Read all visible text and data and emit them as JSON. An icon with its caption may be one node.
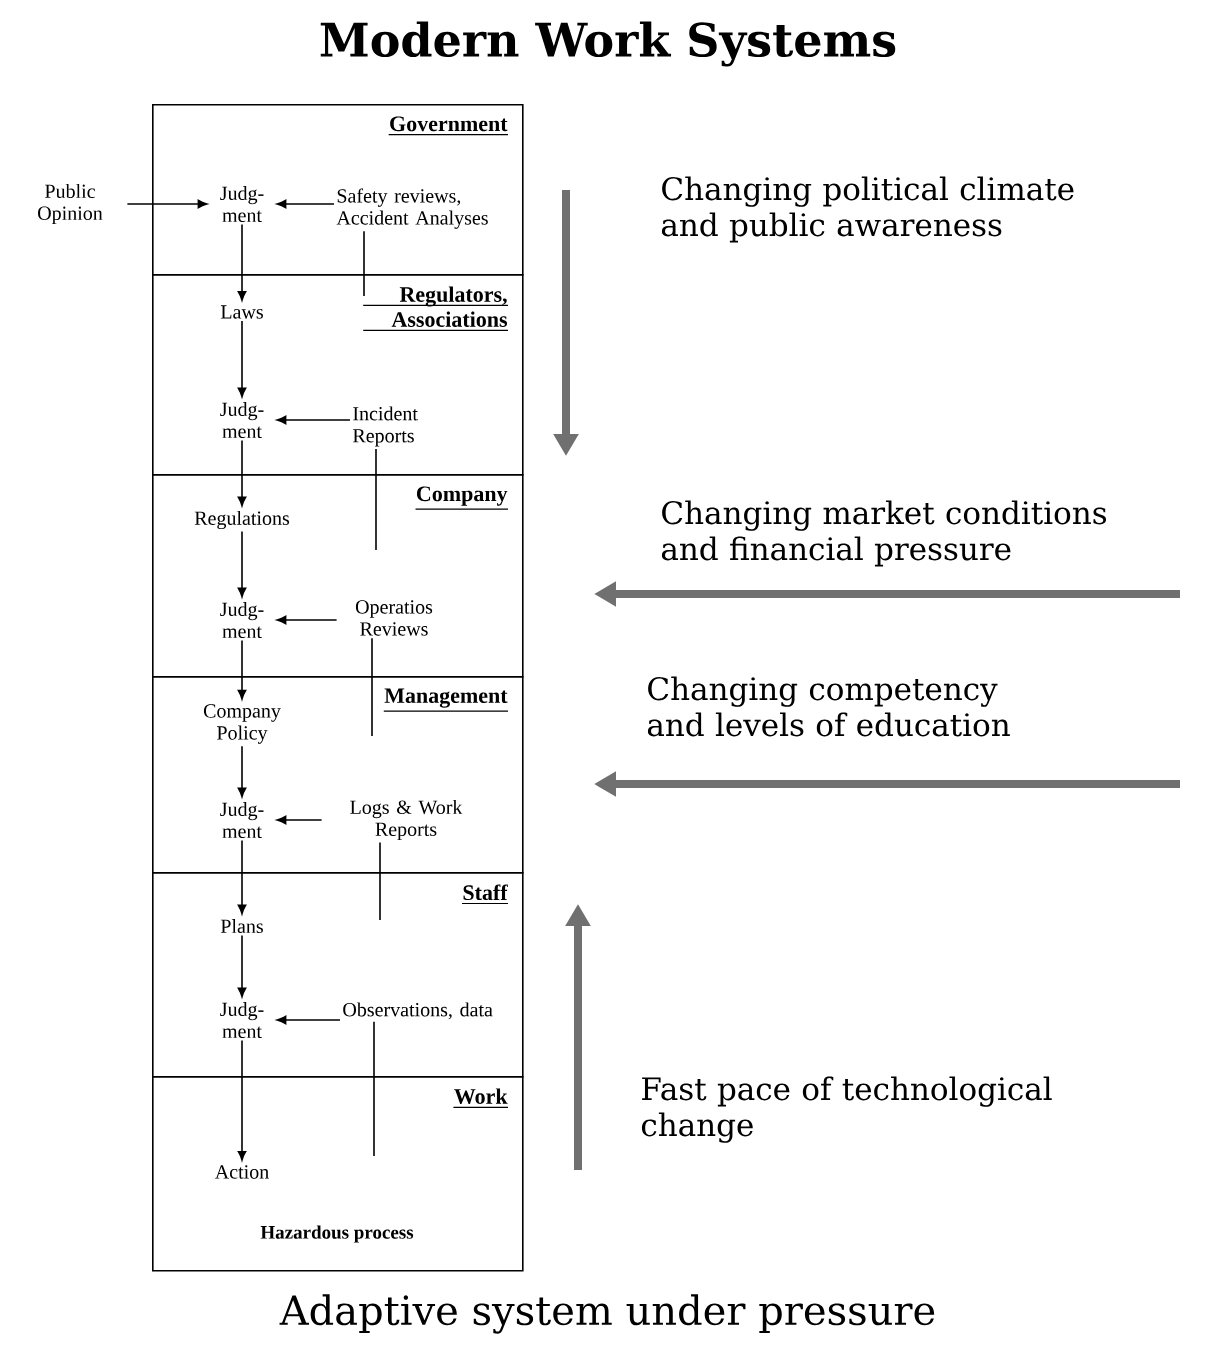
{
  "diagram": {
    "title": "Modern Work Systems",
    "caption": "Adaptive system under pressure",
    "nodes": [
      {
        "text": [
          "Government"
        ]
      },
      {
        "text": [
          "Judg- ment"
        ],
        "in": 0
      },
      {
        "text": [
          "Safety reviews, Accident Analyses"
        ],
        "in": 0
      },
      {
        "text": [
          "Public Opinion"
        ]
      },
      {
        "text": [
          "Regulators, Associations"
        ]
      },
      {
        "text": [
          "Laws"
        ],
        "in": 4
      },
      {
        "text": [
          "Judg- ment"
        ],
        "in": 4
      },
      {
        "text": [
          "Incident Reports"
        ],
        "in": 4
      },
      {
        "text": [
          "Company"
        ]
      },
      {
        "text": [
          "Regulations"
        ],
        "in": 8
      },
      {
        "text": [
          "Judg- ment"
        ],
        "in": 8
      },
      {
        "text": [
          "Operatios Reviews"
        ],
        "in": 8
      },
      {
        "text": [
          "Management"
        ]
      },
      {
        "text": [
          "Company Policy"
        ],
        "in": 12
      },
      {
        "text": [
          "Judg- ment"
        ],
        "in": 12
      },
      {
        "text": [
          "Logs & Work Reports"
        ],
        "in": 12
      },
      {
        "text": [
          "Staff"
        ]
      },
      {
        "text": [
          "Plans"
        ],
        "in": 16
      },
      {
        "text": [
          "Judg- ment"
        ],
        "in": 16
      },
      {
        "text": [
          "Observations, data"
        ],
        "in": 16
      },
      {
        "text": [
          "Work",
          "Hazardous process"
        ]
      },
      {
        "text": [
          "Action"
        ],
        "in": 20
      }
    ],
    "edges": [
      {
        "from": 3,
        "to": 1,
        "arrow": "to"
      },
      {
        "from": 2,
        "to": 1,
        "arrow": "to"
      },
      {
        "from": 2,
        "to": null,
        "arrow": "none"
      },
      {
        "from": 1,
        "to": 5,
        "arrow": "to"
      },
      {
        "from": 5,
        "to": 6,
        "arrow": "to"
      },
      {
        "from": 7,
        "to": 6,
        "arrow": "to"
      },
      {
        "from": 7,
        "to": null,
        "arrow": "none"
      },
      {
        "from": 6,
        "to": 9,
        "arrow": "to"
      },
      {
        "from": 9,
        "to": 10,
        "arrow": "to"
      },
      {
        "from": 11,
        "to": 10,
        "arrow": "to"
      },
      {
        "from": 11,
        "to": null,
        "arrow": "none"
      },
      {
        "from": 10,
        "to": 13,
        "arrow": "to"
      },
      {
        "from": 13,
        "to": 14,
        "arrow": "to"
      },
      {
        "from": 15,
        "to": 14,
        "arrow": "to"
      },
      {
        "from": 15,
        "to": null,
        "arrow": "none"
      },
      {
        "from": 14,
        "to": 17,
        "arrow": "to"
      },
      {
        "from": 17,
        "to": 18,
        "arrow": "to"
      },
      {
        "from": 19,
        "to": 18,
        "arrow": "to"
      },
      {
        "from": 19,
        "to": null,
        "arrow": "none"
      },
      {
        "from": 18,
        "to": 21,
        "arrow": "to"
      }
    ],
    "labels": [
      "Changing political climate and public awareness",
      "Changing market conditions and financial pressure",
      "Changing competency and levels of education",
      "Fast pace of technological change"
    ]
  }
}
